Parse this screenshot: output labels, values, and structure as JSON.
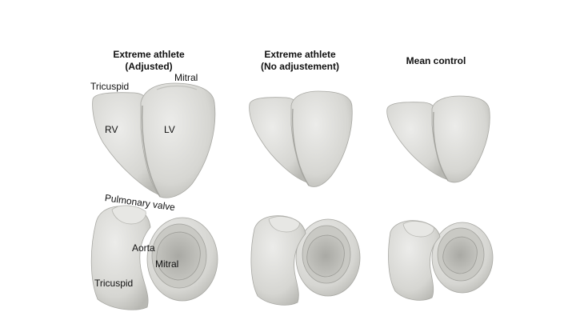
{
  "columns": [
    {
      "title_line1": "Extreme athlete",
      "title_line2": "(Adjusted)"
    },
    {
      "title_line1": "Extreme athlete",
      "title_line2": "(No adjustement)"
    },
    {
      "title_line1": "Mean control",
      "title_line2": ""
    }
  ],
  "labels": {
    "top_tricuspid": "Tricuspid",
    "top_mitral": "Mitral",
    "rv": "RV",
    "lv": "LV",
    "pulmonary_valve": "Pulmonary valve",
    "aorta": "Aorta",
    "bottom_mitral": "Mitral",
    "bottom_tricuspid": "Tricuspid"
  },
  "colors": {
    "tissue": "#dcdcd8",
    "tissue_shade": "#b9b9b4",
    "tissue_dark": "#9d9d98",
    "background": "#ffffff"
  }
}
